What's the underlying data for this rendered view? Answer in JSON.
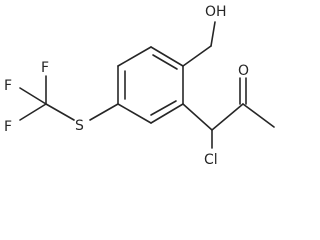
{
  "molecule": {
    "atom_labels": {
      "hydroxyl": "OH",
      "ketone_oxygen": "O",
      "chlorine": "Cl",
      "sulfur": "S",
      "fluorine_top_left": "F",
      "fluorine_top_right": "F",
      "fluorine_bottom": "F"
    }
  }
}
